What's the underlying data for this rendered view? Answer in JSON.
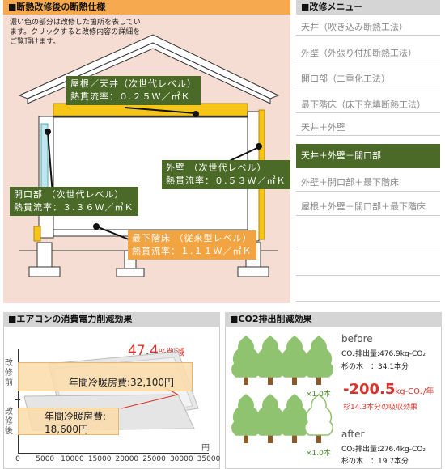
{
  "main_panel": {
    "title": "■断熱改修後の断熱仕様",
    "instructions": "濃い色の部分は改修した箇所を表しています。クリックすると改修内容の詳細をご覧頂けます。"
  },
  "labels": {
    "roof": {
      "line1": "屋根／天井（次世代レベル）",
      "line2": "熱貫流率：０.２５Ｗ／㎡Ｋ"
    },
    "wall": {
      "line1": "外壁 （次世代レベル）",
      "line2": "熱貫流率：０.５３Ｗ／㎡Ｋ"
    },
    "opening": {
      "line1": "開口部 （次世代レベル）",
      "line2": "熱貫流率：３.３６Ｗ／㎡Ｋ"
    },
    "floor": {
      "line1": "最下階床 （従来型レベル）",
      "line2": "熱貫流率：１.１１Ｗ／㎡Ｋ"
    }
  },
  "menu": {
    "title": "■改修メニュー",
    "items": [
      {
        "label": "天井（吹き込み断熱工法）",
        "active": false
      },
      {
        "label": "外壁（外張り付加断熱工法）",
        "active": false
      },
      {
        "label": "開口部（二重化工法）",
        "active": false
      },
      {
        "label": "最下階床（床下充填断熱工法）",
        "active": false
      },
      {
        "label": "天井＋外壁",
        "active": false
      },
      {
        "label": "天井＋外壁＋開口部",
        "active": true
      },
      {
        "label": "外壁＋開口部＋最下階床",
        "active": false
      },
      {
        "label": "屋根＋外壁＋開口部＋最下階床",
        "active": false
      }
    ]
  },
  "aircon": {
    "title": "■エアコンの消費電力削減効果",
    "percent_value": "47.4",
    "percent_suffix": "%削減",
    "before_label": "改修前",
    "after_label": "改修後",
    "before_text": "年間冷暖房費:32,100円",
    "after_text_1": "年間冷暖房費:",
    "after_text_2": "18,600円",
    "unit": "円",
    "ticks": [
      "0",
      "5000",
      "10000",
      "15000",
      "20000",
      "25000",
      "30000",
      "35000"
    ]
  },
  "chart_data": {
    "type": "bar",
    "categories": [
      "改修前",
      "改修後"
    ],
    "values": [
      32100,
      18600
    ],
    "xlim": [
      0,
      35000
    ],
    "orientation": "horizontal",
    "ylabel": "",
    "xlabel": "円"
  },
  "co2": {
    "title": "■CO2排出削減効果",
    "before_heading": "before",
    "before_emission": "CO₂排出量:476.9kg-CO₂",
    "before_trees": "杉の木　：34.1本分",
    "times_label_1": "×1.0本",
    "times_label_2": "×1.0本",
    "reduction_value": "-200.5",
    "reduction_unit": "kg-CO₂/年",
    "reduction_note": "杉14.3本分の吸収効果",
    "after_heading": "after",
    "after_emission": "CO₂排出量:276.4kg-CO₂",
    "after_trees": "杉の木　：19.7本分"
  },
  "colors": {
    "orange": "#f6a94f",
    "green": "#4b6a28",
    "red": "#d9342b",
    "tree_green": "#8fc370"
  }
}
